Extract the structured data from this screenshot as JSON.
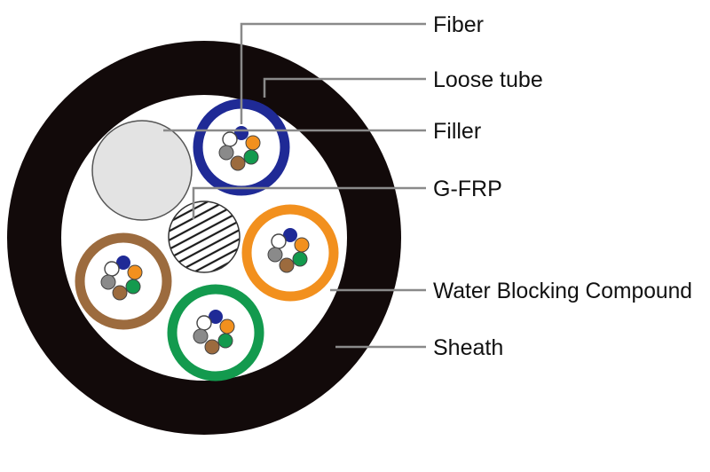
{
  "labels": {
    "fiber": "Fiber",
    "loose_tube": "Loose tube",
    "filler": "Filler",
    "gfrp": "G-FRP",
    "water_blocking": "Water Blocking Compound",
    "sheath": "Sheath"
  },
  "colors": {
    "sheath": "#120a0a",
    "water_blocking": "#ffffff",
    "filler": "#e3e3e3",
    "gfrp_hatch": "#1a1a1a",
    "tube_blue": "#1f2a96",
    "tube_orange": "#f2901e",
    "tube_green": "#139a4e",
    "tube_brown": "#9c6b3e",
    "leader_line": "#8a8a8a",
    "fiber_blue": "#1f2a96",
    "fiber_orange": "#f2901e",
    "fiber_green": "#139a4e",
    "fiber_brown": "#9c6b3e",
    "fiber_gray": "#8a8a8a",
    "fiber_white": "#ffffff"
  }
}
